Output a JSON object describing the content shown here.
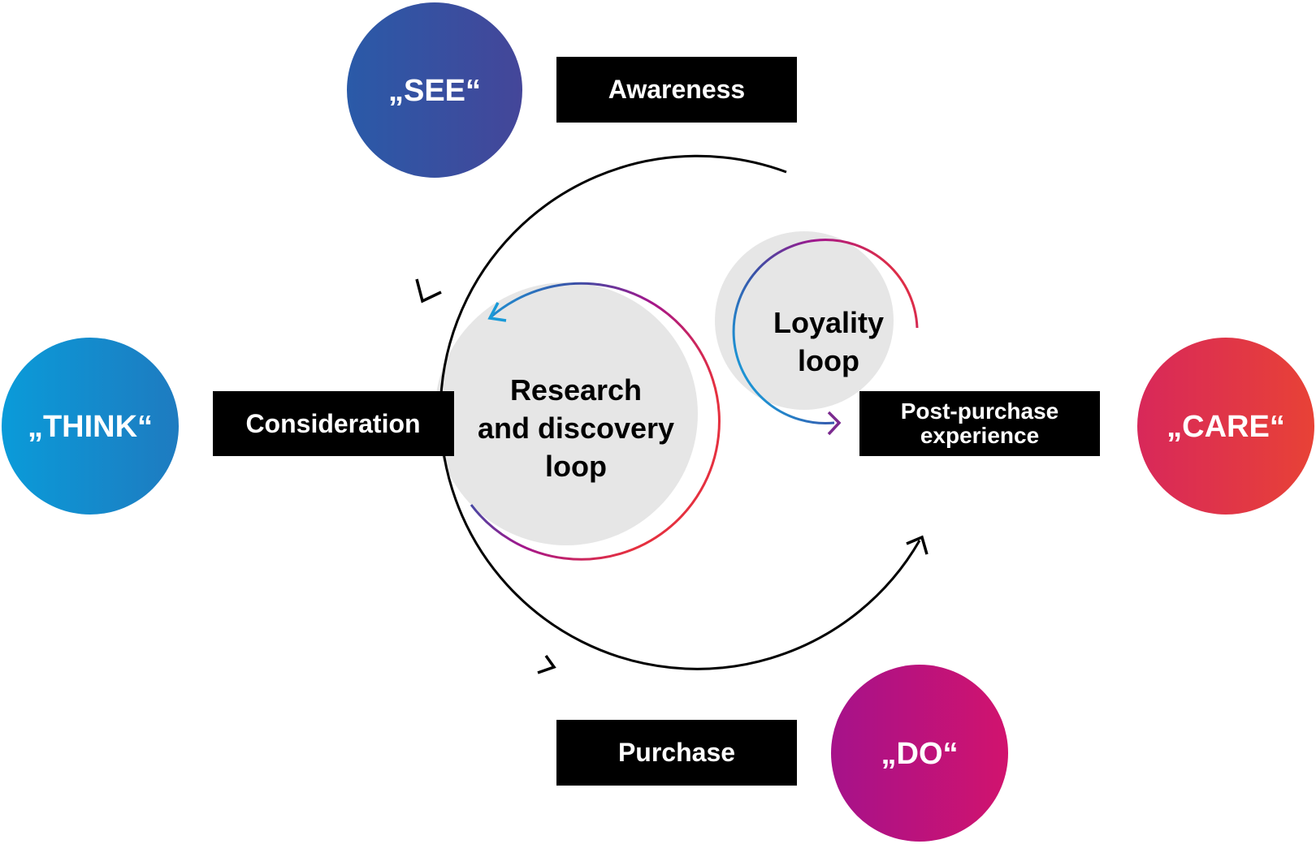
{
  "stages": {
    "see": {
      "label": "„SEE“",
      "phase": "Awareness",
      "colors": [
        "#2a5aa8",
        "#444699"
      ]
    },
    "think": {
      "label": "„THINK“",
      "phase": "Consideration",
      "colors": [
        "#0a9bd9",
        "#1e7bc0"
      ]
    },
    "do": {
      "label": "„DO“",
      "phase": "Purchase",
      "colors": [
        "#a6128a",
        "#d1136e"
      ]
    },
    "care": {
      "label": "„CARE“",
      "phase_line1": "Post-purchase",
      "phase_line2": "experience",
      "colors": [
        "#d8285a",
        "#e84236"
      ]
    }
  },
  "loops": {
    "research": {
      "line1": "Research",
      "line2": "and discovery",
      "line3": "loop"
    },
    "loyalty": {
      "line1": "Loyality",
      "line2": "loop"
    }
  },
  "colors": {
    "label_bg": "#000000",
    "loop_fill": "#e6e6e6",
    "loop_gradient": [
      "#1a9ad8",
      "#3a4fa6",
      "#a3168c",
      "#e5303f"
    ],
    "arrow": "#000000"
  }
}
